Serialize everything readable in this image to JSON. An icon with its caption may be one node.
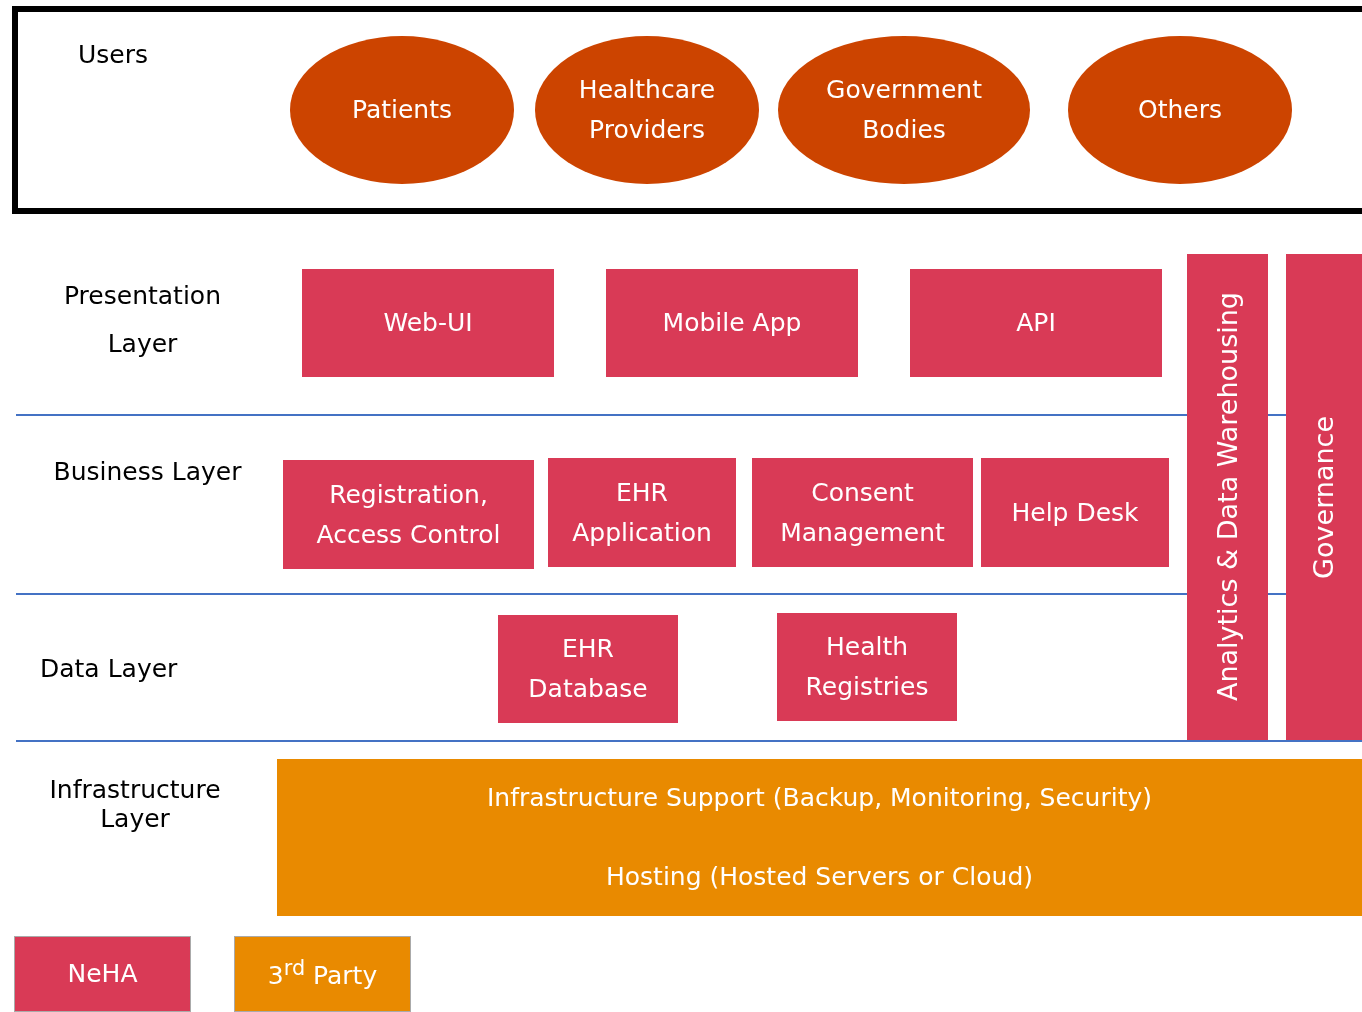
{
  "diagram": {
    "nodes": [
      {
        "text": [
          "Users"
        ]
      },
      {
        "text": [
          "Patients"
        ],
        "in": 0
      },
      {
        "text": [
          "Healthcare Providers"
        ],
        "in": 0
      },
      {
        "text": [
          "Government Bodies"
        ],
        "in": 0
      },
      {
        "text": [
          "Others"
        ],
        "in": 0
      },
      {
        "text": [
          "Web-UI"
        ]
      },
      {
        "text": [
          "Mobile App"
        ]
      },
      {
        "text": [
          "API"
        ]
      },
      {
        "text": [
          "Registration, Access Control"
        ]
      },
      {
        "text": [
          "EHR Application"
        ]
      },
      {
        "text": [
          "Consent Management"
        ]
      },
      {
        "text": [
          "Help Desk"
        ]
      },
      {
        "text": [
          "EHR Database"
        ]
      },
      {
        "text": [
          "Health Registries"
        ]
      },
      {
        "text": [
          "Analytics & Data Warehousing"
        ]
      },
      {
        "text": [
          "Governance"
        ]
      },
      {
        "text": [
          "Infrastructure Support (Backup, Monitoring, Security)",
          "Hosting (Hosted Servers or Cloud)"
        ]
      }
    ],
    "edges": [],
    "labels": [
      "Presentation Layer",
      "Business Layer",
      "Data Layer",
      "Infrastructure Layer"
    ],
    "legend": [
      {
        "text": "NeHA",
        "color": "#d93a56"
      },
      {
        "text": "3$^{rd}$ Party",
        "color": "#e98a00"
      }
    ]
  }
}
